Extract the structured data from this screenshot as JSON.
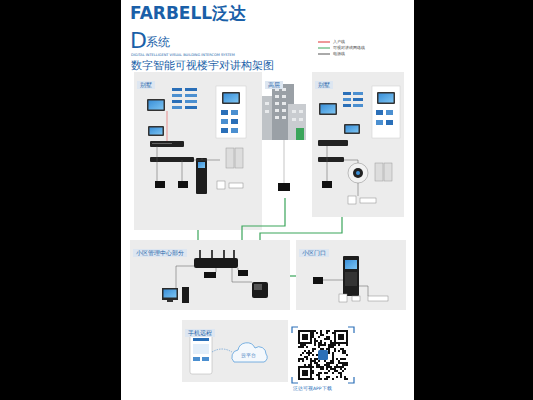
{
  "diagram": {
    "title": "数字智能可视楼宇对讲构架图",
    "nodes": [
      {
        "text": [
          "别墅"
        ]
      },
      {
        "text": [
          "高层"
        ]
      },
      {
        "text": [
          "别墅"
        ]
      },
      {
        "text": [
          "小区管理中心部分"
        ]
      },
      {
        "text": [
          "小区门口"
        ]
      },
      {
        "text": [
          "手机远程"
        ]
      }
    ],
    "edges": [
      {
        "from": 0,
        "to": 3,
        "arrow": "none"
      },
      {
        "from": 1,
        "to": 3,
        "arrow": "none"
      },
      {
        "from": 2,
        "to": 3,
        "arrow": "none"
      },
      {
        "from": 4,
        "to": 3,
        "arrow": "none"
      }
    ],
    "labels": [
      "FARBELL泛达",
      "D",
      "系统",
      "DIGITAL INTELLIGENT VISUAL BUILDING INTERCOM SYSTEM",
      "云平台",
      "泛达可视APP下载"
    ],
    "legend": [
      {
        "text": "入户线"
      },
      {
        "text": "可视对讲或网络线"
      },
      {
        "text": "电源线"
      }
    ]
  }
}
